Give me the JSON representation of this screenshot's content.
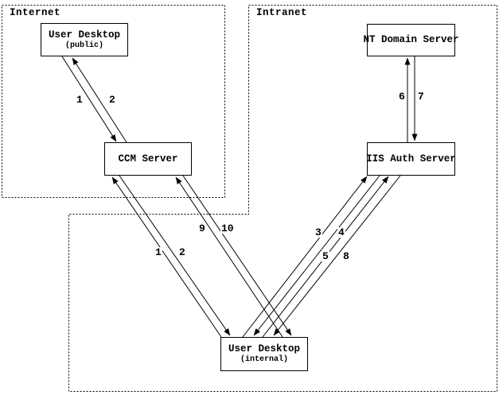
{
  "zones": {
    "internet": {
      "label": "Internet"
    },
    "intranet": {
      "label": "Intranet"
    }
  },
  "nodes": {
    "user_desktop_public": {
      "title": "User Desktop",
      "subtitle": "(public)"
    },
    "ccm_server": {
      "title": "CCM Server"
    },
    "nt_domain_server": {
      "title": "NT Domain Server"
    },
    "iis_auth_server": {
      "title": "IIS Auth Server"
    },
    "user_desktop_internal": {
      "title": "User Desktop",
      "subtitle": "(internal)"
    }
  },
  "arrow_labels": {
    "public_ccm_1": "1",
    "public_ccm_2": "2",
    "internal_ccm_1": "1",
    "internal_ccm_2": "2",
    "internal_iis_3": "3",
    "internal_iis_4": "4",
    "internal_iis_5": "5",
    "internal_iis_8": "8",
    "iis_nt_6": "6",
    "iis_nt_7": "7",
    "internal_ccm_9": "9",
    "internal_ccm_10": "10"
  },
  "colors": {
    "line": "#000000",
    "background": "#ffffff"
  }
}
